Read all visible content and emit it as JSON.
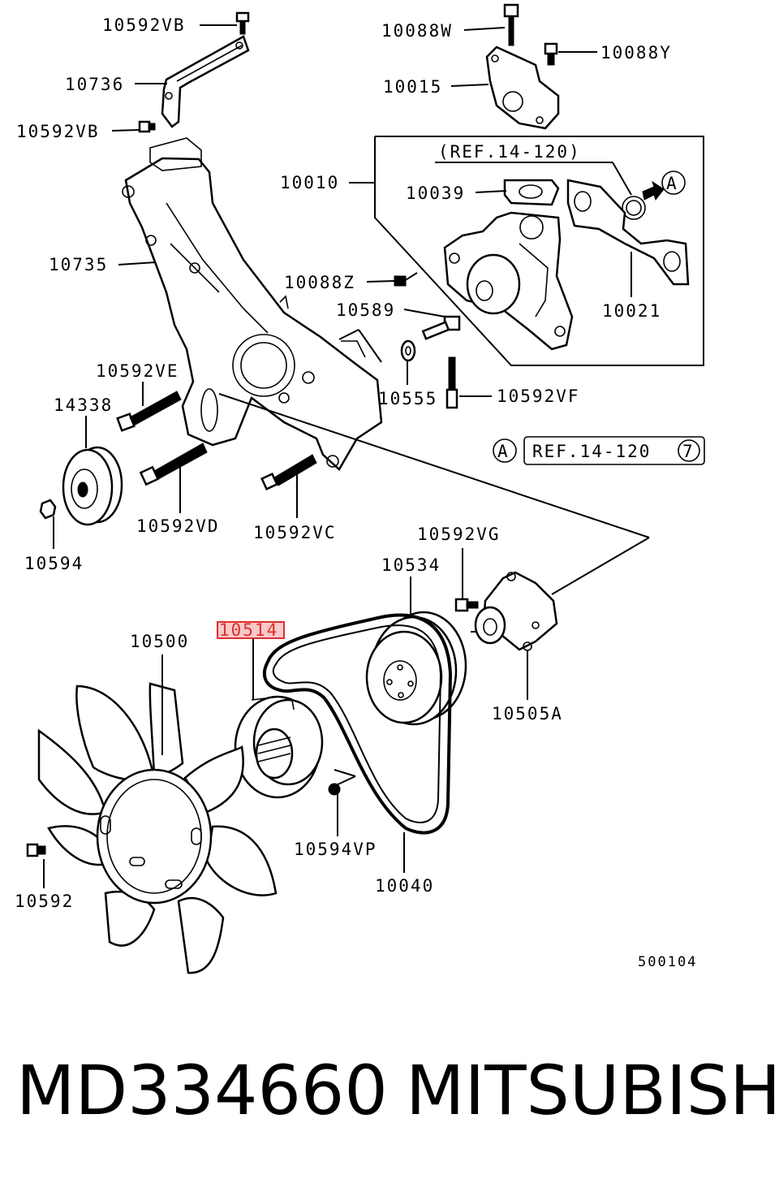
{
  "diagram": {
    "parts": [
      {
        "id": "p-10592VB-top",
        "label": "10592VB"
      },
      {
        "id": "p-10736",
        "label": "10736"
      },
      {
        "id": "p-10592VB-bot",
        "label": "10592VB"
      },
      {
        "id": "p-10088W",
        "label": "10088W"
      },
      {
        "id": "p-10088Y",
        "label": "10088Y"
      },
      {
        "id": "p-10015",
        "label": "10015"
      },
      {
        "id": "p-10010",
        "label": "10010"
      },
      {
        "id": "p-10039",
        "label": "10039"
      },
      {
        "id": "p-10021",
        "label": "10021"
      },
      {
        "id": "p-10735",
        "label": "10735"
      },
      {
        "id": "p-10088Z",
        "label": "10088Z"
      },
      {
        "id": "p-10589",
        "label": "10589"
      },
      {
        "id": "p-10555",
        "label": "10555"
      },
      {
        "id": "p-10592VF",
        "label": "10592VF"
      },
      {
        "id": "p-10592VE",
        "label": "10592VE"
      },
      {
        "id": "p-14338",
        "label": "14338"
      },
      {
        "id": "p-10592VD",
        "label": "10592VD"
      },
      {
        "id": "p-10592VC",
        "label": "10592VC"
      },
      {
        "id": "p-10594",
        "label": "10594"
      },
      {
        "id": "p-10592VG",
        "label": "10592VG"
      },
      {
        "id": "p-10534",
        "label": "10534"
      },
      {
        "id": "p-10514",
        "label": "10514"
      },
      {
        "id": "p-10500",
        "label": "10500"
      },
      {
        "id": "p-10505A",
        "label": "10505A"
      },
      {
        "id": "p-10594VP",
        "label": "10594VP"
      },
      {
        "id": "p-10040",
        "label": "10040"
      },
      {
        "id": "p-10592",
        "label": "10592"
      }
    ],
    "ref_note": "(REF.14-120)",
    "ref_box": "REF.14-120",
    "ref_box_circle": "7",
    "marker_a": "A",
    "diagram_code": "500104",
    "highlight_color": "#e03030"
  },
  "caption": {
    "part_number": "MD334660",
    "brand": "MITSUBISHI"
  }
}
